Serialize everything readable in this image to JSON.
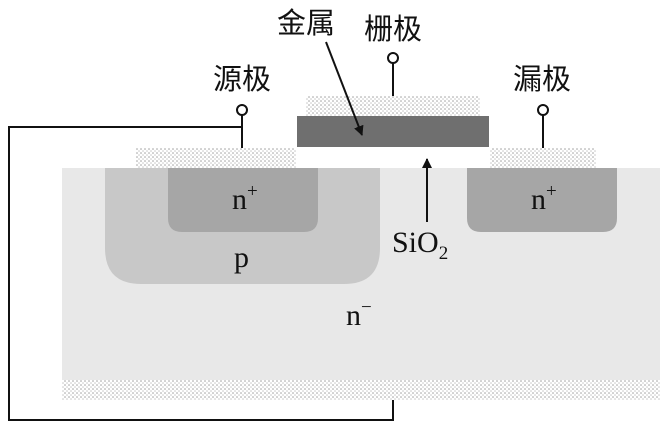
{
  "labels": {
    "metal": "金属",
    "gate": "栅极",
    "source": "源极",
    "drain": "漏极",
    "oxide_main": "SiO",
    "oxide_sub": "2",
    "n_plus_left": "n",
    "n_plus_left_sup": "+",
    "n_plus_right": "n",
    "n_plus_right_sup": "+",
    "p_region": "p",
    "n_minus": "n",
    "n_minus_sup": "−"
  },
  "colors": {
    "n_minus_substrate": "#e8e8e8",
    "p_region": "#c8c8c8",
    "n_plus_region": "#a6a6a6",
    "gate_metal": "#6f6f6f",
    "dotted_contact": "#b0b0b0",
    "wire": "#111111"
  }
}
